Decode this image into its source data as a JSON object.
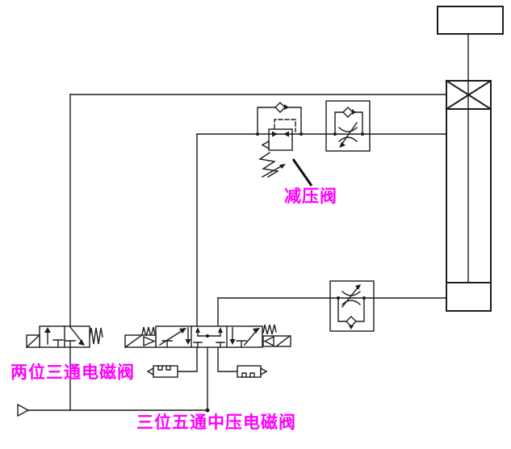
{
  "diagram": {
    "type": "pneumatic-circuit",
    "background": "#ffffff",
    "line_color": "#1c1c1c",
    "label_color": "#ff00ff",
    "labels": {
      "reducing_valve": "减压阀",
      "two_position_valve": "两位三通电磁阀",
      "three_position_valve": "三位五通中压电磁阀"
    },
    "components": [
      "air-supply-source",
      "two-position-three-way-solenoid-valve",
      "three-position-five-way-pressure-center-solenoid-valve",
      "silencer-left",
      "silencer-right",
      "pressure-reducing-valve",
      "one-way-flow-control-valve-top",
      "one-way-flow-control-valve-bottom",
      "vertical-cylinder-with-lock",
      "load-platform"
    ]
  }
}
